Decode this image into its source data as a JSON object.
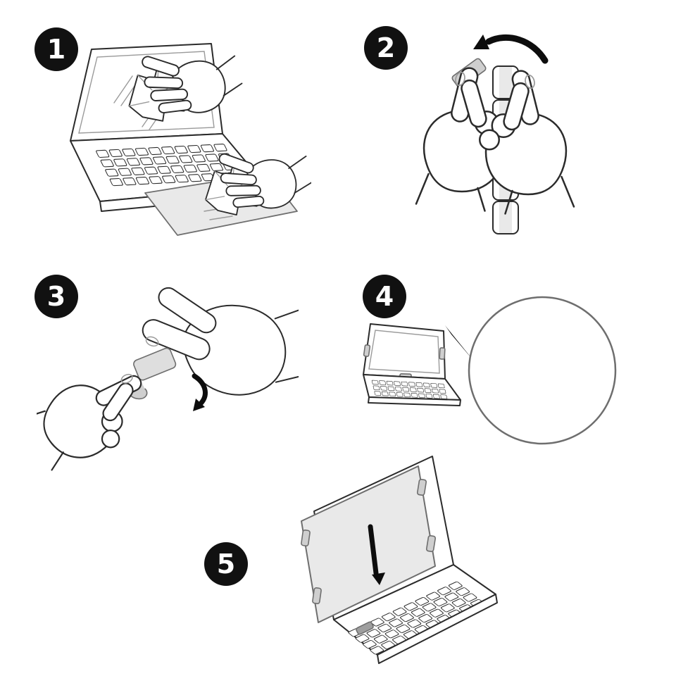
{
  "colors": {
    "line": "#2b2b2b",
    "line_mid": "#6e6e6e",
    "line_light": "#9a9a9a",
    "fill_light": "#e9e9e9",
    "tab": "#cfcfcf",
    "tab2": "#dedede",
    "arrow": "#0d0d0d",
    "badge_bg": "#111111",
    "badge_text": "#ffffff",
    "page_bg": "#ffffff"
  },
  "steps": [
    {
      "number": "1",
      "illustration": "wipe-laptop-screen-with-cloth-and-wipe-on-desk"
    },
    {
      "number": "2",
      "illustration": "peel-adhesive-tab-from-strip"
    },
    {
      "number": "3",
      "illustration": "fold-back-tab-liner"
    },
    {
      "number": "4",
      "illustration": "attach-tab-to-screen-bezel-magnified-detail"
    },
    {
      "number": "5",
      "illustration": "lower-privacy-filter-onto-screen"
    }
  ]
}
